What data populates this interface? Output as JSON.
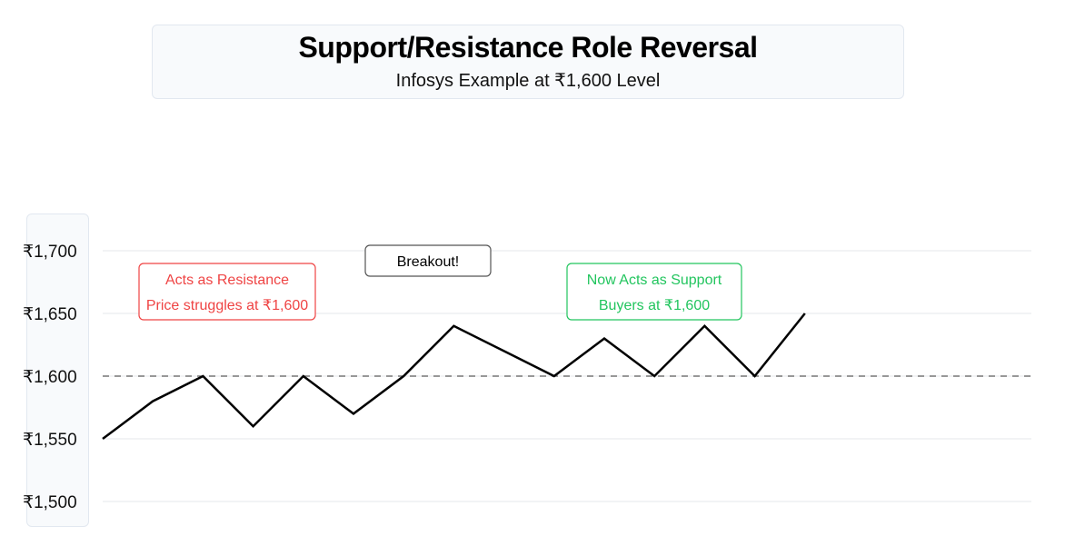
{
  "chart_data": {
    "type": "line",
    "title": "Support/Resistance Role Reversal",
    "subtitle": "Infosys Example at ₹1,600 Level",
    "y_ticks": [
      "₹1,700",
      "₹1,650",
      "₹1,600",
      "₹1,550",
      "₹1,500"
    ],
    "y_tick_values": [
      1700,
      1650,
      1600,
      1550,
      1500
    ],
    "ylim": [
      1500,
      1700
    ],
    "grid": true,
    "series": [
      {
        "x": [
          0,
          1,
          2,
          3,
          4,
          5,
          6,
          7,
          8,
          9,
          10,
          11,
          12,
          13,
          14
        ],
        "values": [
          1550,
          1580,
          1600,
          1560,
          1600,
          1570,
          1600,
          1640,
          1620,
          1600,
          1630,
          1600,
          1640,
          1600,
          1650
        ],
        "color": "#000000"
      }
    ],
    "reference_line": {
      "value": 1600,
      "style": "dashed",
      "color": "#777777"
    },
    "annotations": [
      {
        "id": "resistance",
        "lines": [
          "Acts as Resistance",
          "Price struggles at ₹1,600"
        ],
        "color": "#ef4444"
      },
      {
        "id": "breakout",
        "lines": [
          "Breakout!"
        ],
        "color": "#000000"
      },
      {
        "id": "support",
        "lines": [
          "Now Acts as Support",
          "Buyers at ₹1,600"
        ],
        "color": "#22c55e"
      }
    ]
  }
}
